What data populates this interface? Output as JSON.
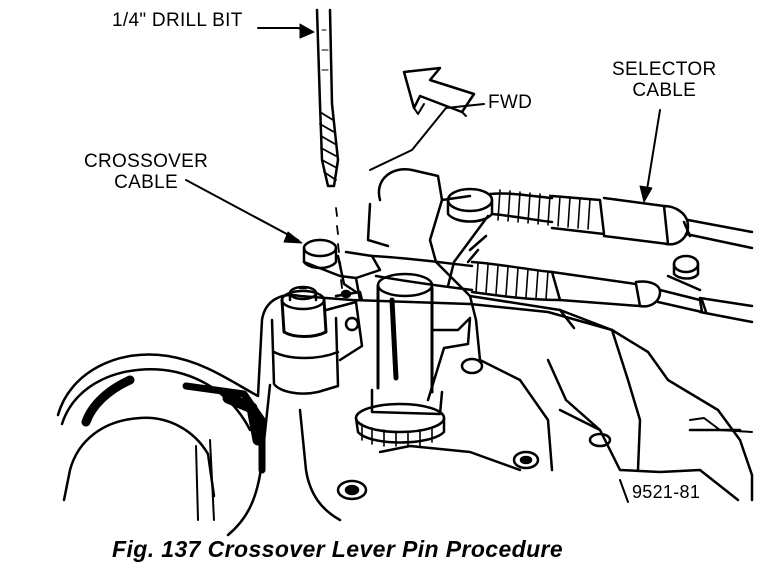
{
  "labels": {
    "drill_bit": "1/4\" DRILL BIT",
    "fwd": "FWD",
    "crossover_cable": [
      "CROSSOVER",
      "CABLE"
    ],
    "selector_cable": [
      "SELECTOR",
      "CABLE"
    ],
    "figure_number": "9521-81"
  },
  "caption": "Fig. 137 Crossover Lever Pin Procedure"
}
